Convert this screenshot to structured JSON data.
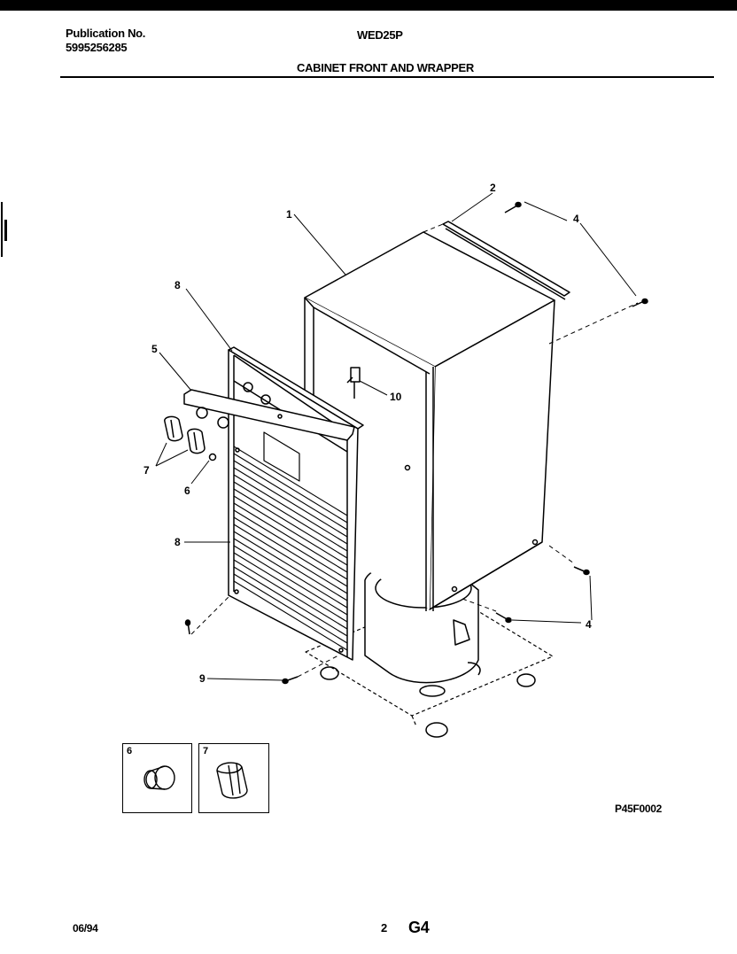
{
  "header": {
    "publication_label": "Publication No.",
    "publication_number": "5995256285",
    "model": "WED25P",
    "section_title": "CABINET FRONT AND WRAPPER"
  },
  "callouts": {
    "c1": "1",
    "c2": "2",
    "c4a": "4",
    "c4b": "4",
    "c5": "5",
    "c6": "6",
    "c7": "7",
    "c8a": "8",
    "c8b": "8",
    "c9": "9",
    "c10": "10"
  },
  "insets": {
    "knob": "6",
    "handle": "7"
  },
  "diagram_code": "P45F0002",
  "footer": {
    "date": "06/94",
    "page": "2",
    "grid": "G4"
  }
}
